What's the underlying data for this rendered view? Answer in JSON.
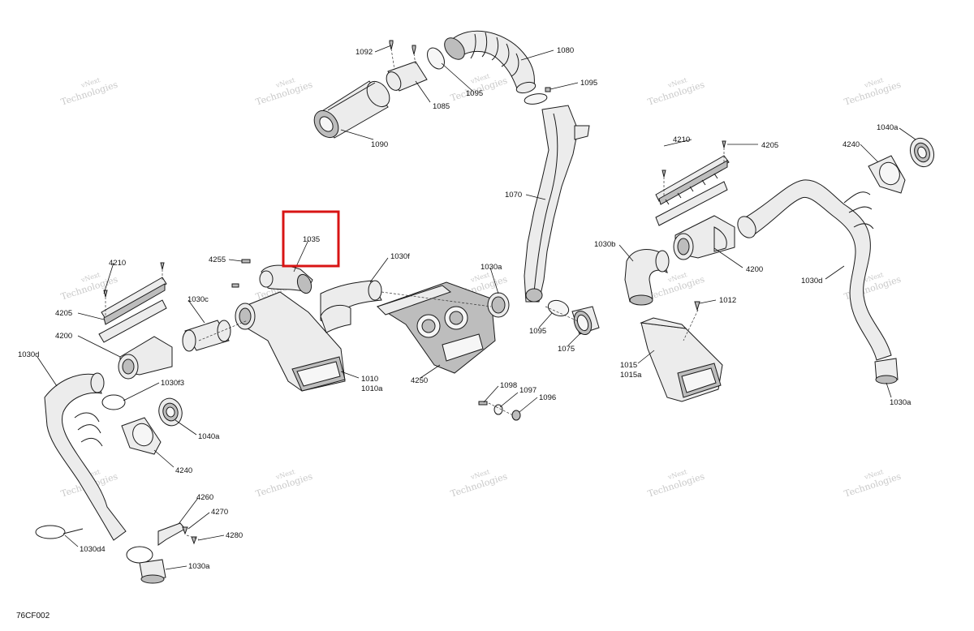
{
  "diagram_code": "76CF002",
  "watermark": {
    "line1": "vNext",
    "line2": "Technologies"
  },
  "highlight": {
    "part": "1035"
  },
  "labels": {
    "p1092": "1092",
    "p1080": "1080",
    "p1095_top": "1095",
    "p1095_mid": "1095",
    "p1085": "1085",
    "p1090": "1090",
    "p1070": "1070",
    "p4210_r": "4210",
    "p4205_r": "4205",
    "p1040a_r": "1040a",
    "p4240_r": "4240",
    "p1030b": "1030b",
    "p4200_r": "4200",
    "p1030d_r": "1030d",
    "p1012": "1012",
    "p1015": "1015",
    "p1015a": "1015a",
    "p1030a_r": "1030a",
    "p1035": "1035",
    "p4255": "4255",
    "p1030f": "1030f",
    "p1030a_c": "1030a",
    "p1095_c": "1095",
    "p1075": "1075",
    "p4250": "4250",
    "p1010": "1010",
    "p1010a": "1010a",
    "p1030c": "1030c",
    "p4210_l": "4210",
    "p4205_l": "4205",
    "p4200_l": "4200",
    "p1030d_l": "1030d",
    "p1030f3": "1030f3",
    "p1040a_l": "1040a",
    "p4240_l": "4240",
    "p1098": "1098",
    "p1097": "1097",
    "p1096": "1096",
    "p4260": "4260",
    "p4270": "4270",
    "p4280": "4280",
    "p1030d4": "1030d4",
    "p1030a_l": "1030a"
  }
}
